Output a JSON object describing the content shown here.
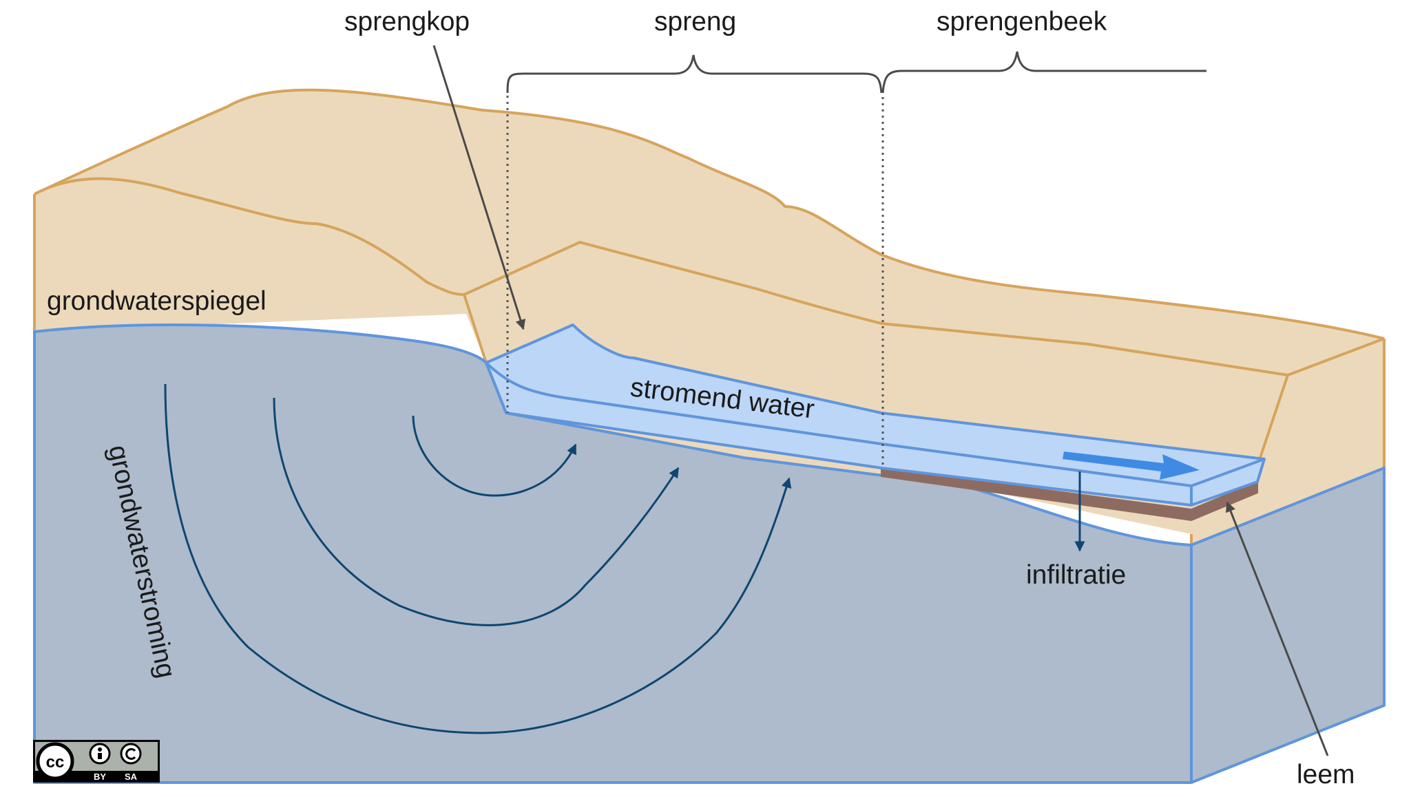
{
  "labels": {
    "sprengkop": "sprengkop",
    "spreng": "spreng",
    "sprengenbeek": "sprengenbeek",
    "grondwaterspiegel": "grondwaterspiegel",
    "stromend_water": "stromend water",
    "grondwaterstroming": "grondwaterstroming",
    "infiltratie": "infiltratie",
    "leem": "leem"
  },
  "license_badge": {
    "cc": "cc",
    "by": "BY",
    "sa": "SA"
  },
  "colors": {
    "sand": "#ecd9bb",
    "sand_edge": "#d6a45c",
    "groundwater": "#adbbcc",
    "groundwater_edge": "#5f95dc",
    "stream": "#bcd6f7",
    "stream_edge": "#5f95dc",
    "flow_arrow": "#0d4670",
    "clay": "#8e6b61",
    "annotation": "#4a4a4a"
  }
}
